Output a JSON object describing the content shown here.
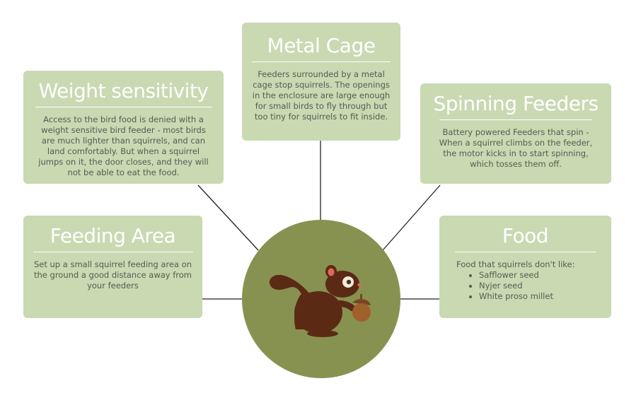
{
  "cards": {
    "metal_cage": {
      "title": "Metal Cage",
      "body": "Feeders surrounded by a metal cage stop squirrels. The openings in the enclosure are large enough for small birds to fly through but too tiny for squirrels to fit inside."
    },
    "weight_sensitivity": {
      "title": "Weight sensitivity",
      "body": "Access to the bird food is denied with a weight sensitive bird feeder - most birds are much lighter than squirrels, and can land comfortably. But when a squirrel jumps on it, the door closes, and they will not be able to eat the food."
    },
    "spinning_feeders": {
      "title": "Spinning Feeders",
      "body": "Battery powered Feeders that spin - When a squirrel climbs on the feeder, the motor kicks in to start spinning, which tosses them off."
    },
    "feeding_area": {
      "title": "Feeding Area",
      "body": "Set up a small squirrel feeding area on the ground a good distance away from your feeders"
    },
    "food": {
      "title": "Food",
      "intro": "Food that squirrels don't like:",
      "items": [
        "Safflower seed",
        "Nyjer seed",
        "White proso millet"
      ]
    }
  },
  "hub": {
    "icon": "squirrel-icon"
  },
  "colors": {
    "card_bg": "#c9d9b2",
    "hub_bg": "#879250",
    "squirrel": "#5b2a15",
    "acorn": "#a0602b"
  }
}
